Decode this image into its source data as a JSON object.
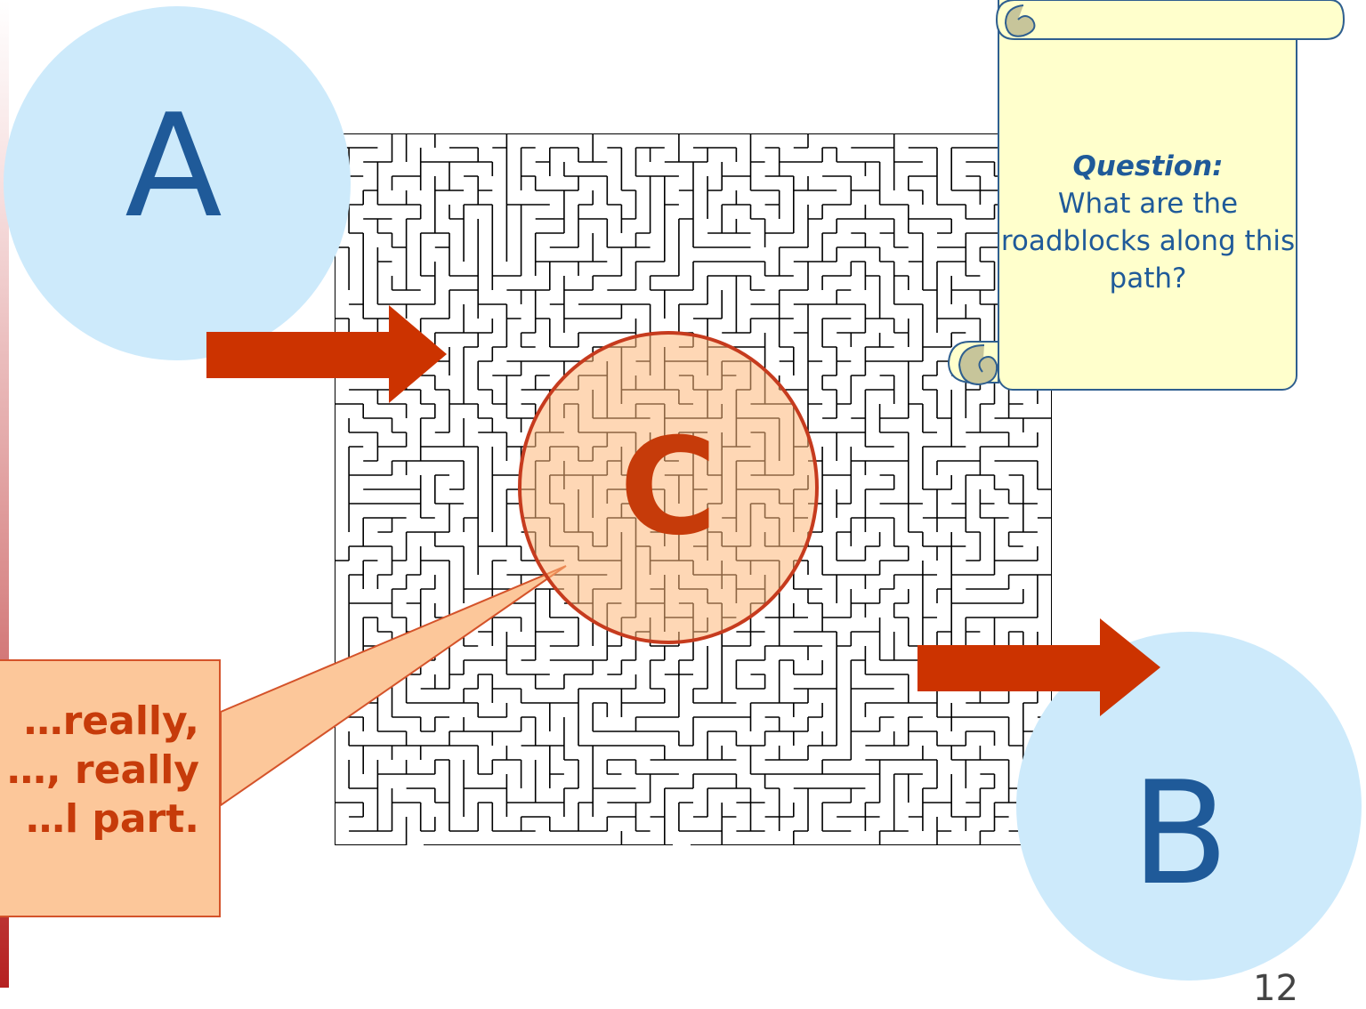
{
  "circles": {
    "a_label": "A",
    "b_label": "B",
    "c_label": "C"
  },
  "callout": {
    "text": "…really,\n…, really\n…l part."
  },
  "scroll": {
    "question_label": "Question:",
    "question_text": "What are the roadblocks along this path?"
  },
  "page_number": "12",
  "colors": {
    "circle_fill": "#cdeafb",
    "letter_blue": "#1f5a99",
    "arrow_red": "#cc3300",
    "highlight_fill": "#fdb778",
    "scroll_fill": "#ffffcc"
  },
  "icons": {
    "arrow_a": "right-arrow-icon",
    "arrow_b": "right-arrow-icon",
    "maze": "maze-graphic"
  }
}
